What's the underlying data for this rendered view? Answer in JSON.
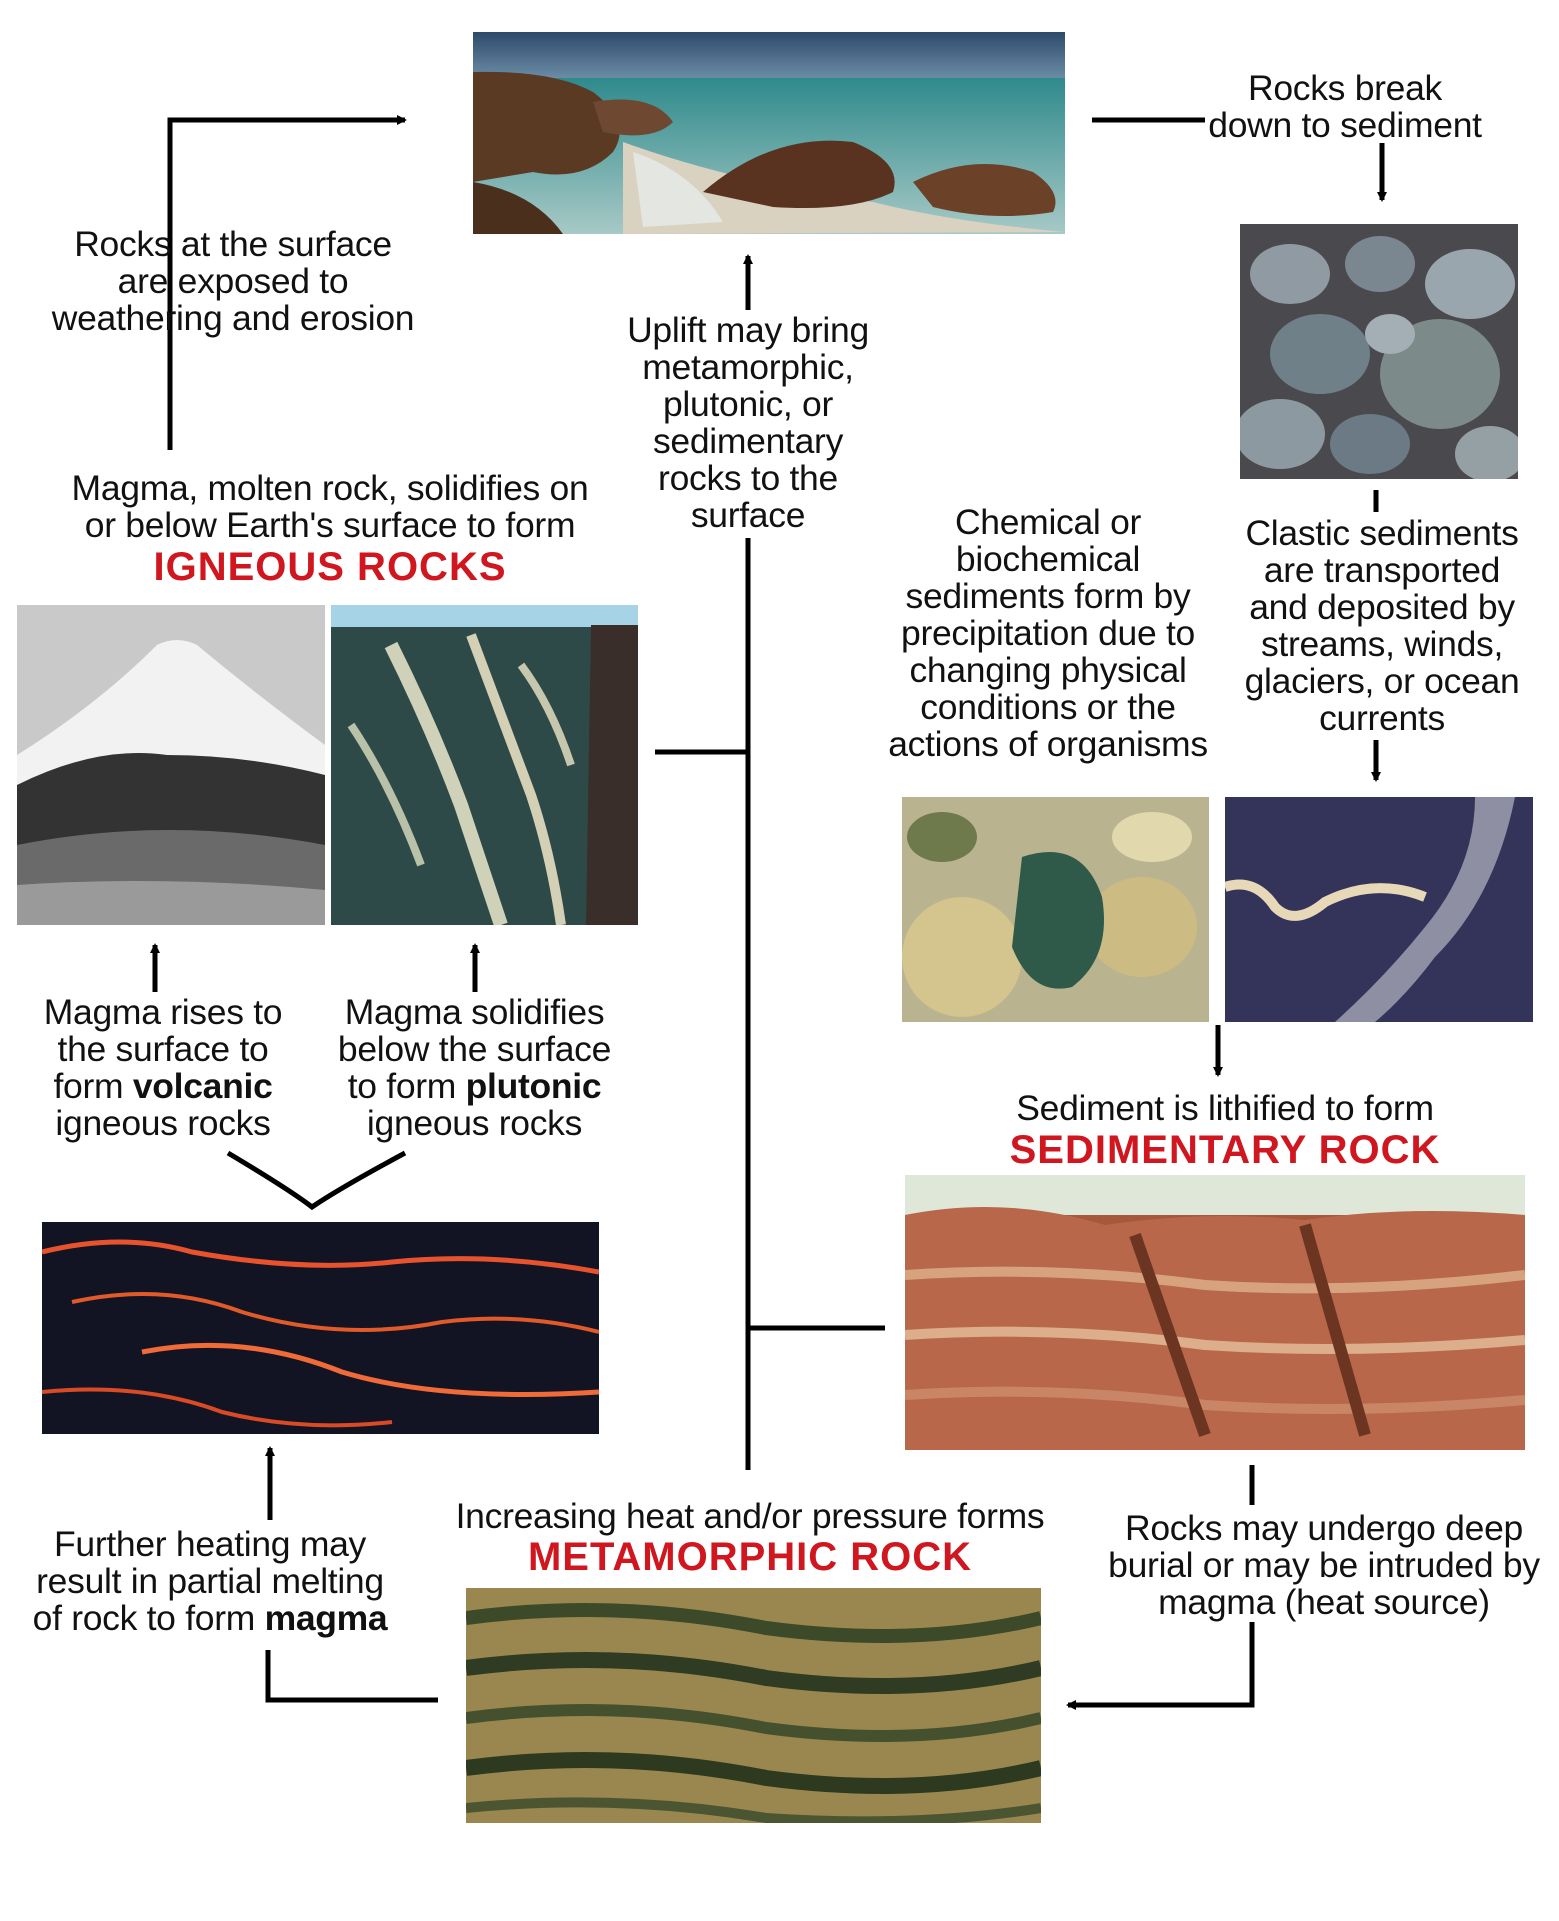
{
  "labels": {
    "weathering": [
      "Rocks at the surface",
      "are exposed to",
      "weathering and erosion"
    ],
    "break_down": [
      "Rocks break",
      "down to sediment"
    ],
    "uplift": [
      "Uplift may bring",
      "metamorphic,",
      "plutonic, or",
      "sedimentary",
      "rocks to the",
      "surface"
    ],
    "igneous_intro": [
      "Magma, molten rock, solidifies on",
      "or below Earth's surface to form"
    ],
    "igneous_title": "IGNEOUS ROCKS",
    "chemical": [
      "Chemical or",
      "biochemical",
      "sediments form by",
      "precipitation due to",
      "changing physical",
      "conditions or the",
      "actions of organisms"
    ],
    "clastic": [
      "Clastic sediments",
      "are transported",
      "and deposited by",
      "streams, winds,",
      "glaciers, or ocean",
      "currents"
    ],
    "volcanic": {
      "line1": "Magma rises to",
      "line2": "the surface to",
      "line3_pre": "form ",
      "line3_bold": "volcanic",
      "line4": "igneous rocks"
    },
    "plutonic": {
      "line1": "Magma solidifies",
      "line2": "below the surface",
      "line3_pre": "to form ",
      "line3_bold": "plutonic",
      "line4": "igneous rocks"
    },
    "lithified": "Sediment is lithified to form",
    "sedimentary_title": "SEDIMENTARY ROCK",
    "heat_pressure": "Increasing heat and/or pressure forms",
    "metamorphic_title": "METAMORPHIC ROCK",
    "melting": {
      "line1": "Further heating may",
      "line2": "result in partial melting",
      "line3_pre": "of rock to form ",
      "line3_bold": "magma"
    },
    "burial": [
      "Rocks may undergo deep",
      "burial or may be intruded by",
      "magma (heat source)"
    ]
  },
  "colors": {
    "title_red": "#d0161e",
    "line": "#000000"
  }
}
